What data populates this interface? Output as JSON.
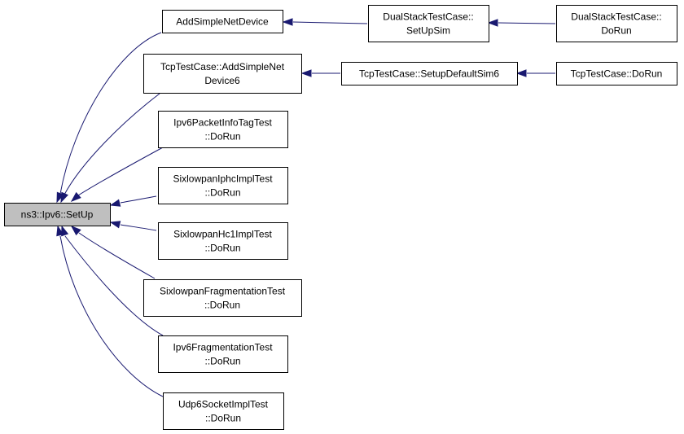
{
  "colors": {
    "edge": "#191970",
    "root_fill": "#bfbfbf",
    "node_fill": "#ffffff",
    "node_border": "#000000"
  },
  "nodes": [
    {
      "id": "setup",
      "lines": [
        "ns3::Ipv6::SetUp"
      ],
      "root": true
    },
    {
      "id": "addsimple",
      "lines": [
        "AddSimpleNetDevice"
      ]
    },
    {
      "id": "dualsetup",
      "lines": [
        "DualStackTestCase::",
        "SetUpSim"
      ]
    },
    {
      "id": "dualdorun",
      "lines": [
        "DualStackTestCase::",
        "DoRun"
      ]
    },
    {
      "id": "tcpadd",
      "lines": [
        "TcpTestCase::AddSimpleNet",
        "Device6"
      ]
    },
    {
      "id": "tcpsetup",
      "lines": [
        "TcpTestCase::SetupDefaultSim6"
      ]
    },
    {
      "id": "tcpdorun",
      "lines": [
        "TcpTestCase::DoRun"
      ]
    },
    {
      "id": "ipv6pkt",
      "lines": [
        "Ipv6PacketInfoTagTest",
        "::DoRun"
      ]
    },
    {
      "id": "sixiphc",
      "lines": [
        "SixlowpanIphcImplTest",
        "::DoRun"
      ]
    },
    {
      "id": "sixhc1",
      "lines": [
        "SixlowpanHc1ImplTest",
        "::DoRun"
      ]
    },
    {
      "id": "sixfrag",
      "lines": [
        "SixlowpanFragmentationTest",
        "::DoRun"
      ]
    },
    {
      "id": "ipv6frag",
      "lines": [
        "Ipv6FragmentationTest",
        "::DoRun"
      ]
    },
    {
      "id": "udp6",
      "lines": [
        "Udp6SocketImplTest",
        "::DoRun"
      ]
    }
  ],
  "edges": [
    {
      "from": "addsimple",
      "to": "setup"
    },
    {
      "from": "tcpadd",
      "to": "setup"
    },
    {
      "from": "ipv6pkt",
      "to": "setup"
    },
    {
      "from": "sixiphc",
      "to": "setup"
    },
    {
      "from": "sixhc1",
      "to": "setup"
    },
    {
      "from": "sixfrag",
      "to": "setup"
    },
    {
      "from": "ipv6frag",
      "to": "setup"
    },
    {
      "from": "udp6",
      "to": "setup"
    },
    {
      "from": "dualsetup",
      "to": "addsimple"
    },
    {
      "from": "dualdorun",
      "to": "dualsetup"
    },
    {
      "from": "tcpsetup",
      "to": "tcpadd"
    },
    {
      "from": "tcpdorun",
      "to": "tcpsetup"
    }
  ]
}
